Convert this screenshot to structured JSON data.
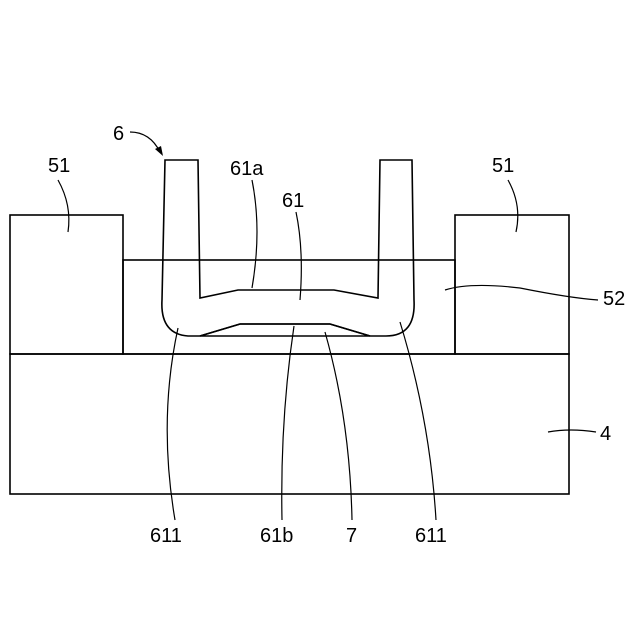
{
  "labels": {
    "component_6": "6",
    "block_51_left": "51",
    "block_51_right": "51",
    "surface_61a": "61a",
    "bottom_61": "61",
    "filler_52": "52",
    "substrate_4": "4",
    "corner_611_left": "611",
    "underside_61b": "61b",
    "layer_7": "7",
    "corner_611_right": "611"
  },
  "colors": {
    "line": "#000000",
    "background": "#ffffff"
  }
}
